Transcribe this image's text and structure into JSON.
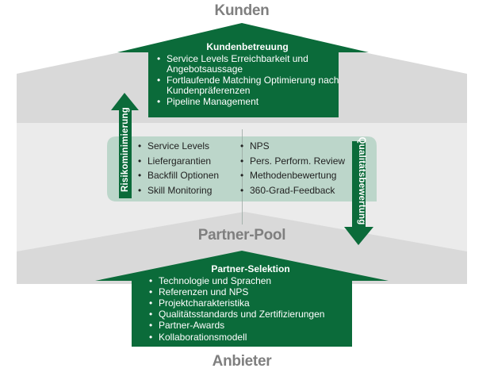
{
  "colors": {
    "green": "#0b6b3a",
    "band_dark": "#d9d9d9",
    "band_light": "#ebebeb",
    "panel": "#bcd6ca",
    "heading_gray": "#7f7f7f"
  },
  "labels": {
    "top": "Kunden",
    "middle": "Partner-Pool",
    "bottom": "Anbieter"
  },
  "customer_care": {
    "title": "Kundenbetreuung",
    "items": [
      "Service Levels Erreichbarkeit und Angebotsaussage",
      "Fortlaufende Matching Optimierung nach Kundenpräferenzen",
      "Pipeline Management"
    ]
  },
  "panel": {
    "left_items": [
      "Service Levels",
      "Liefergarantien",
      "Backfill Optionen",
      "Skill Monitoring"
    ],
    "right_items": [
      "NPS",
      "Pers. Perform. Review",
      "Methodenbewertung",
      "360-Grad-Feedback"
    ]
  },
  "arrows": {
    "up_label": "Risikominimierung",
    "down_label": "Qualitätsbewertung"
  },
  "partner_selection": {
    "title": "Partner-Selektion",
    "items": [
      "Technologie und Sprachen",
      "Referenzen und NPS",
      "Projektcharakteristika",
      "Qualitätsstandards und Zertifizierungen",
      "Partner-Awards",
      "Kollaborationsmodell"
    ]
  }
}
